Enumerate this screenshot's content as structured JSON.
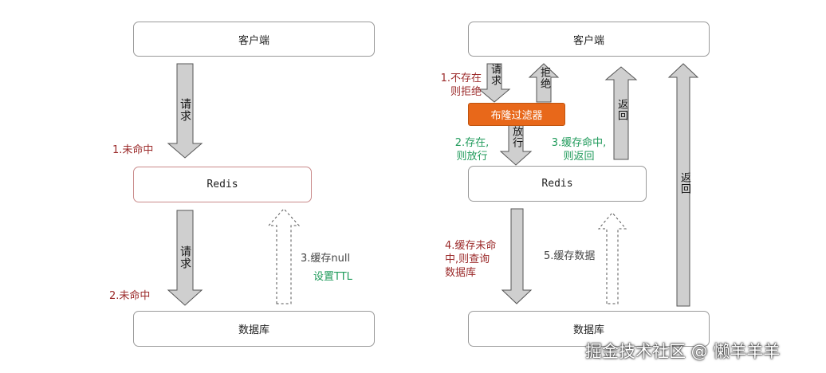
{
  "left": {
    "client": "客户端",
    "redis": "Redis",
    "db": "数据库",
    "request1": "请求",
    "miss1": "1.未命中",
    "request2": "请求",
    "miss2": "2.未命中",
    "cache_null": "3.缓存null",
    "set_ttl": "设置TTL"
  },
  "right": {
    "client": "客户端",
    "bloom": "布隆过滤器",
    "redis": "Redis",
    "db": "数据库",
    "request": "请求",
    "reject": "拒绝",
    "not_exist_1": "1.不存在",
    "not_exist_2": "则拒绝",
    "release": "放行",
    "exist_1": "2.存在,",
    "exist_2": "则放行",
    "cache_hit_1": "3.缓存命中,",
    "cache_hit_2": "则返回",
    "return1": "返回",
    "return2": "返回",
    "cache_miss_1": "4.缓存未命",
    "cache_miss_2": "中,则查询",
    "cache_miss_3": "数据库",
    "cache_data": "5.缓存数据"
  },
  "watermark": "掘金技术社区 @ 懒羊羊羊",
  "colors": {
    "red_label": "#9b2a2a",
    "green_label": "#1f9a5a",
    "bloom_fill": "#e8681a",
    "arrow_fill": "#cfcfcf",
    "arrow_stroke": "#555555"
  }
}
